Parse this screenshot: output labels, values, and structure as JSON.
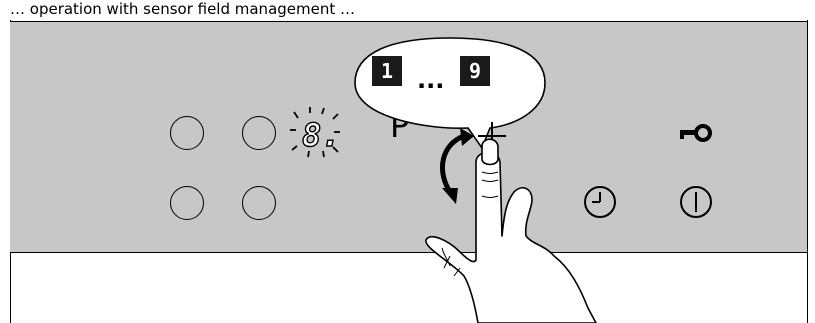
{
  "caption": "… operation with sensor field management …",
  "display": {
    "current_value": "8."
  },
  "bubble": {
    "min_value": "1",
    "separator": "...",
    "max_value": "9"
  },
  "controls": {
    "program_label": "P",
    "plus_icon": "plus-icon",
    "key_icon": "key-icon",
    "timer_icon": "timer-icon",
    "power_icon": "power-icon"
  },
  "zones": [
    "zone-top-left",
    "zone-top-right",
    "zone-bottom-left",
    "zone-bottom-right"
  ],
  "colors": {
    "panel": "#c7c7c7",
    "display_bg": "#1a1a1a",
    "ink": "#000000"
  }
}
